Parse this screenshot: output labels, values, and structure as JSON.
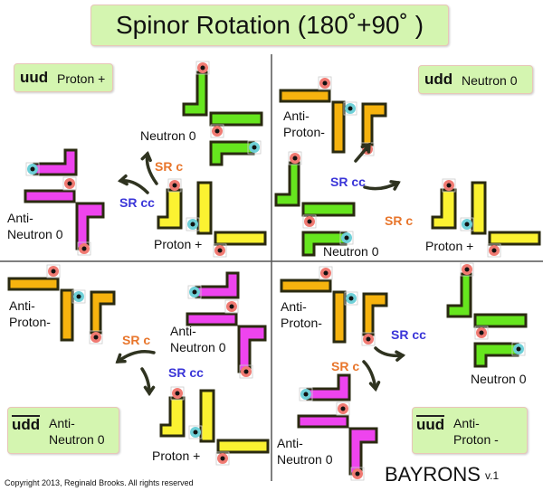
{
  "title": "Spinor Rotation (180˚+90˚ )",
  "colors": {
    "up_down_green": "#66e61e",
    "pink": "#ee44ee",
    "yellow": "#fbf231",
    "orange": "#f6b30e",
    "red_dot": "#f07a72",
    "blue_dot": "#6fd0d8",
    "sr_c": "#e8762c",
    "sr_cc": "#3a35d8",
    "box": "#d4f5b0"
  },
  "quadrants": [
    {
      "box": {
        "quarks": "uud",
        "name": "Proton +"
      },
      "labels": {
        "a": "Neutron 0",
        "b_line1": "Anti-",
        "b_line2": "Neutron 0",
        "c": "Proton +"
      },
      "sr_c": "SR c",
      "sr_cc": "SR cc"
    },
    {
      "box": {
        "quarks": "udd",
        "name": "Neutron 0"
      },
      "labels": {
        "a_line1": "Anti-",
        "a_line2": "Proton-",
        "b": "Neutron 0",
        "c": "Proton +"
      },
      "sr_c": "SR c",
      "sr_cc": "SR cc"
    },
    {
      "box": {
        "quarks": "udd",
        "name_line1": "Anti-",
        "name_line2": "Neutron 0"
      },
      "labels": {
        "a_line1": "Anti-",
        "a_line2": "Proton-",
        "b_line1": "Anti-",
        "b_line2": "Neutron 0",
        "c": "Proton +"
      },
      "sr_c": "SR c",
      "sr_cc": "SR cc"
    },
    {
      "box": {
        "quarks": "uud",
        "name_line1": "Anti-",
        "name_line2": "Proton -"
      },
      "labels": {
        "a_line1": "Anti-",
        "a_line2": "Proton-",
        "b": "Neutron 0",
        "c_line1": "Anti-",
        "c_line2": "Neutron 0"
      },
      "sr_c": "SR c",
      "sr_cc": "SR cc"
    }
  ],
  "footer": {
    "copyright": "Copyright 2013, Reginald Brooks. All rights reserved",
    "brand": "BAYRONS",
    "version": "v.1"
  }
}
